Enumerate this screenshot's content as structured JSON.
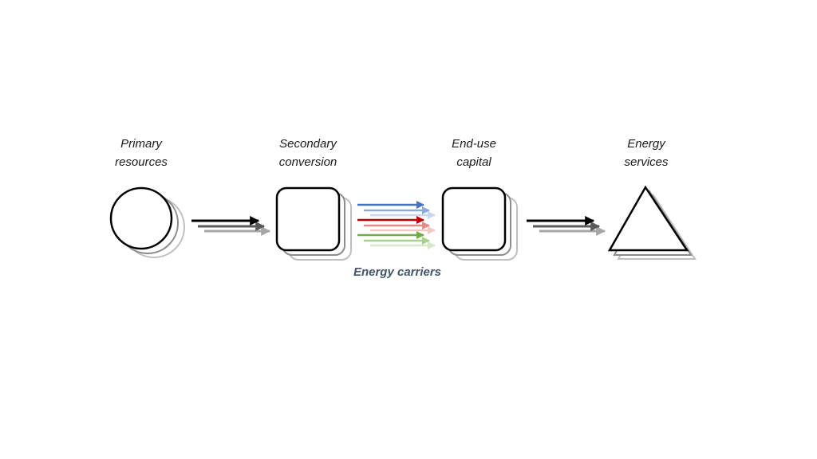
{
  "stages": [
    {
      "name": "primary-resources",
      "shape": "circle",
      "line1": "Primary",
      "line2": "resources"
    },
    {
      "name": "secondary-conversion",
      "shape": "rounded-square",
      "line1": "Secondary",
      "line2": "conversion"
    },
    {
      "name": "end-use-capital",
      "shape": "rounded-square",
      "line1": "End-use",
      "line2": "capital"
    },
    {
      "name": "energy-services",
      "shape": "triangle",
      "line1": "Energy",
      "line2": "services"
    }
  ],
  "carriers_label": "Energy carriers",
  "colors": {
    "outline": "#000000",
    "shadow": "#bfbfbf",
    "arrow_dark": "#000000",
    "arrow_mid": "#595959",
    "arrow_light": "#a6a6a6",
    "carrier_blue": "#4472c4",
    "carrier_red": "#c00000",
    "carrier_green": "#70ad47",
    "carrier_label": "#44546a"
  }
}
